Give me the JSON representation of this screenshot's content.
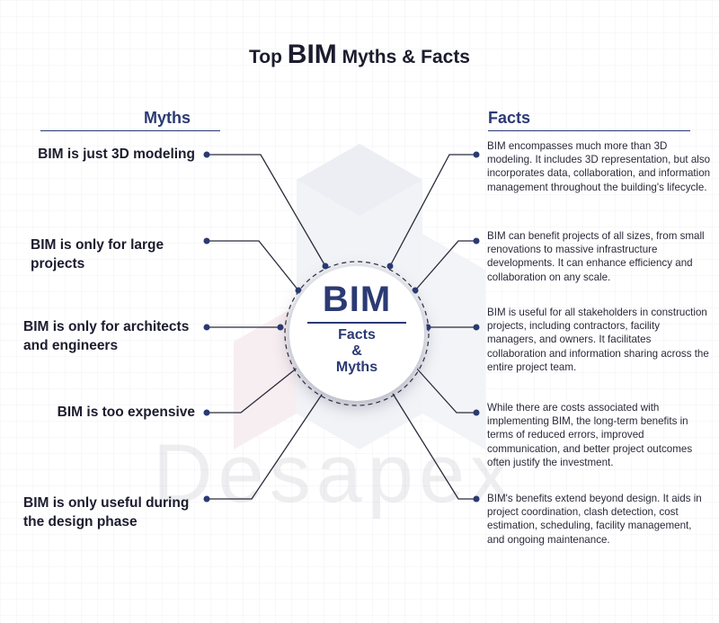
{
  "title": {
    "prefix": "Top",
    "emphasis": "BIM",
    "suffix": "Myths & Facts"
  },
  "headers": {
    "myths": "Myths",
    "facts": "Facts"
  },
  "center": {
    "main": "BIM",
    "line1": "Facts",
    "line2": "&",
    "line3": "Myths"
  },
  "myths": [
    "BIM is just 3D modeling",
    "BIM is only for large projects",
    "BIM is only for architects and engineers",
    "BIM is too expensive",
    "BIM is only useful during the design phase"
  ],
  "facts": [
    "BIM encompasses much more than 3D modeling. It includes 3D representation, but also incorporates data, collaboration, and information management throughout the building's lifecycle.",
    "BIM can benefit projects of all sizes, from small renovations to massive infrastructure developments. It can enhance efficiency and collaboration on any scale.",
    "BIM is useful for all stakeholders in construction projects, including contractors, facility managers, and owners. It facilitates collaboration and information sharing across the entire project team.",
    "While there are costs associated with implementing BIM, the long-term benefits in terms of reduced errors, improved communication, and better project outcomes often justify the investment.",
    "BIM's benefits extend beyond design. It aids in project coordination, clash detection, cost estimation, scheduling, facility management, and ongoing maintenance."
  ],
  "watermark": "Desapex",
  "colors": {
    "accent": "#2b3a73",
    "text": "#1c1c2e",
    "line": "#2a2a3a"
  }
}
